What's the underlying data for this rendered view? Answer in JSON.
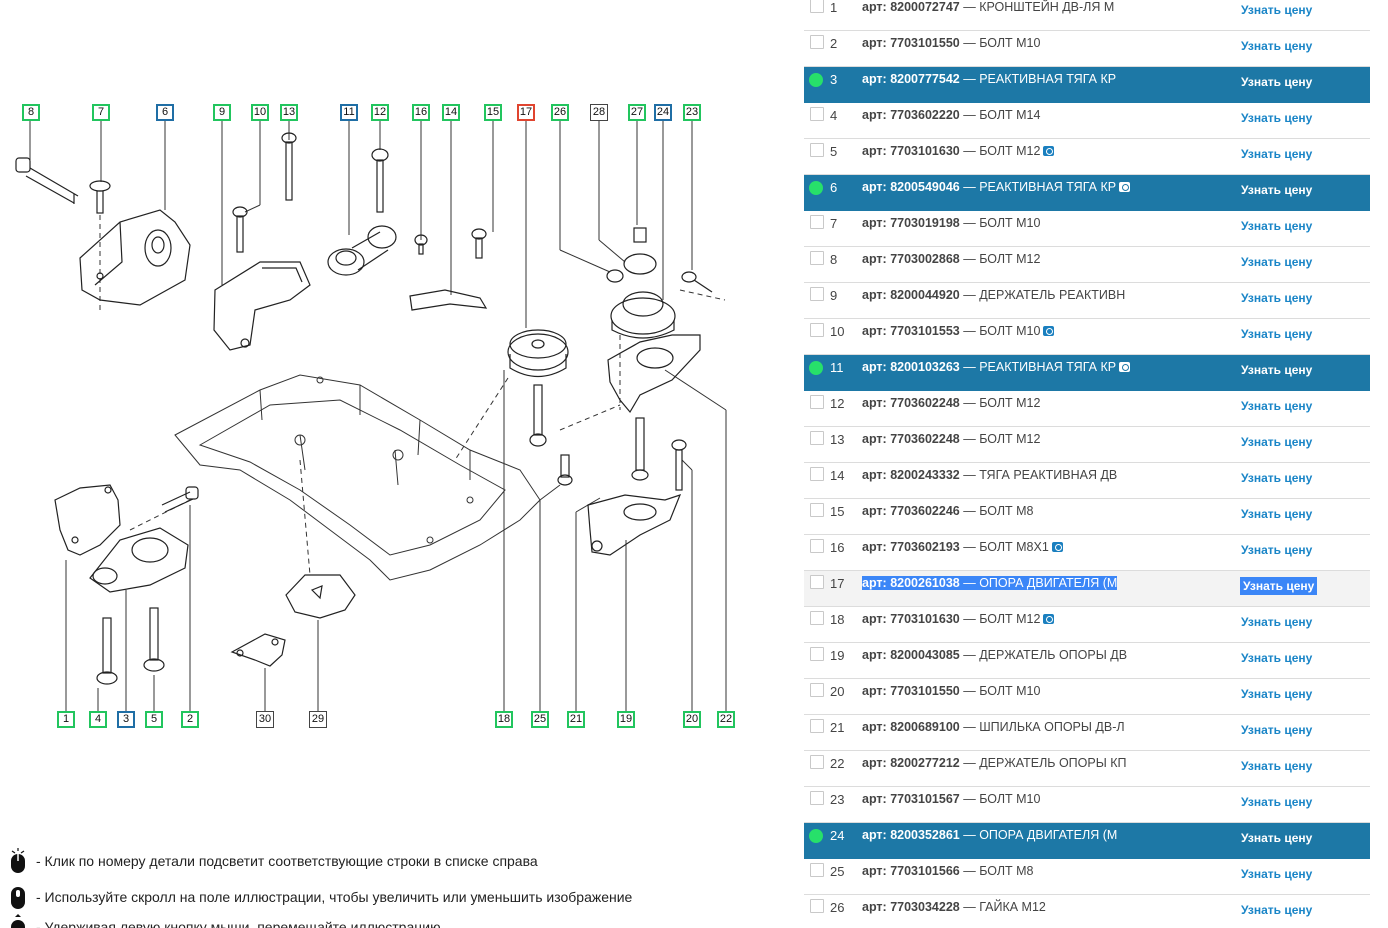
{
  "diagram": {
    "callouts": [
      {
        "n": "8",
        "style": "green"
      },
      {
        "n": "7",
        "style": "green"
      },
      {
        "n": "6",
        "style": "blue"
      },
      {
        "n": "9",
        "style": "green"
      },
      {
        "n": "10",
        "style": "green"
      },
      {
        "n": "13",
        "style": "green"
      },
      {
        "n": "11",
        "style": "blue"
      },
      {
        "n": "12",
        "style": "green"
      },
      {
        "n": "16",
        "style": "green"
      },
      {
        "n": "14",
        "style": "green"
      },
      {
        "n": "15",
        "style": "green"
      },
      {
        "n": "17",
        "style": "red"
      },
      {
        "n": "26",
        "style": "green"
      },
      {
        "n": "28",
        "style": "gray"
      },
      {
        "n": "27",
        "style": "green"
      },
      {
        "n": "24",
        "style": "blue"
      },
      {
        "n": "23",
        "style": "green"
      },
      {
        "n": "1",
        "style": "green"
      },
      {
        "n": "4",
        "style": "green"
      },
      {
        "n": "3",
        "style": "blue"
      },
      {
        "n": "5",
        "style": "green"
      },
      {
        "n": "2",
        "style": "green"
      },
      {
        "n": "30",
        "style": "gray"
      },
      {
        "n": "29",
        "style": "gray"
      },
      {
        "n": "18",
        "style": "green"
      },
      {
        "n": "25",
        "style": "green"
      },
      {
        "n": "21",
        "style": "green"
      },
      {
        "n": "19",
        "style": "green"
      },
      {
        "n": "20",
        "style": "green"
      },
      {
        "n": "22",
        "style": "green"
      }
    ]
  },
  "hints": {
    "click": "- Клик по номеру детали подсветит соответствующие строки в списке справа",
    "scroll": "- Используйте скролл на поле иллюстрации, чтобы увеличить или уменьшить изображение",
    "drag": "- Удерживая левую кнопку мыши, перемещайте иллюстрацию"
  },
  "parts": {
    "art_prefix": "арт:",
    "price_label": "Узнать цену",
    "colors": {
      "highlight": "#1d78a6",
      "link": "#1a85c7",
      "dot": "#27e06a",
      "selection": "#3b86f7"
    },
    "rows": [
      {
        "num": "1",
        "art": "8200072747",
        "name": "— КРОНШТЕЙН ДВ-ЛЯ М",
        "info": false,
        "state": "normal"
      },
      {
        "num": "2",
        "art": "7703101550",
        "name": "— БОЛТ М10",
        "info": false,
        "state": "normal"
      },
      {
        "num": "3",
        "art": "8200777542",
        "name": "— РЕАКТИВНАЯ ТЯГА КР",
        "info": false,
        "state": "highlight"
      },
      {
        "num": "4",
        "art": "7703602220",
        "name": "— БОЛТ М14",
        "info": false,
        "state": "normal"
      },
      {
        "num": "5",
        "art": "7703101630",
        "name": "— БОЛТ М12",
        "info": true,
        "state": "normal"
      },
      {
        "num": "6",
        "art": "8200549046",
        "name": "— РЕАКТИВНАЯ ТЯГА КР",
        "info": true,
        "state": "highlight"
      },
      {
        "num": "7",
        "art": "7703019198",
        "name": "— БОЛТ М10",
        "info": false,
        "state": "normal"
      },
      {
        "num": "8",
        "art": "7703002868",
        "name": "— БОЛТ М12",
        "info": false,
        "state": "normal"
      },
      {
        "num": "9",
        "art": "8200044920",
        "name": "— ДЕРЖАТЕЛЬ РЕАКТИВН",
        "info": false,
        "state": "normal"
      },
      {
        "num": "10",
        "art": "7703101553",
        "name": "— БОЛТ М10",
        "info": true,
        "state": "normal"
      },
      {
        "num": "11",
        "art": "8200103263",
        "name": "— РЕАКТИВНАЯ ТЯГА КР",
        "info": true,
        "state": "highlight"
      },
      {
        "num": "12",
        "art": "7703602248",
        "name": "— БОЛТ М12",
        "info": false,
        "state": "normal"
      },
      {
        "num": "13",
        "art": "7703602248",
        "name": "— БОЛТ М12",
        "info": false,
        "state": "normal"
      },
      {
        "num": "14",
        "art": "8200243332",
        "name": "— ТЯГА РЕАКТИВНАЯ ДВ",
        "info": false,
        "state": "normal"
      },
      {
        "num": "15",
        "art": "7703602246",
        "name": "— БОЛТ М8",
        "info": false,
        "state": "normal"
      },
      {
        "num": "16",
        "art": "7703602193",
        "name": "— БОЛТ М8Х1",
        "info": true,
        "state": "normal"
      },
      {
        "num": "17",
        "art": "8200261038",
        "name": "— ОПОРА ДВИГАТЕЛЯ (М",
        "info": false,
        "state": "selected"
      },
      {
        "num": "18",
        "art": "7703101630",
        "name": "— БОЛТ М12",
        "info": true,
        "state": "normal"
      },
      {
        "num": "19",
        "art": "8200043085",
        "name": "— ДЕРЖАТЕЛЬ ОПОРЫ ДВ",
        "info": false,
        "state": "normal"
      },
      {
        "num": "20",
        "art": "7703101550",
        "name": "— БОЛТ М10",
        "info": false,
        "state": "normal"
      },
      {
        "num": "21",
        "art": "8200689100",
        "name": "— ШПИЛЬКА ОПОРЫ ДВ-Л",
        "info": false,
        "state": "normal"
      },
      {
        "num": "22",
        "art": "8200277212",
        "name": "— ДЕРЖАТЕЛЬ ОПОРЫ КП",
        "info": false,
        "state": "normal"
      },
      {
        "num": "23",
        "art": "7703101567",
        "name": "— БОЛТ М10",
        "info": false,
        "state": "normal"
      },
      {
        "num": "24",
        "art": "8200352861",
        "name": "— ОПОРА ДВИГАТЕЛЯ (М",
        "info": false,
        "state": "highlight"
      },
      {
        "num": "25",
        "art": "7703101566",
        "name": "— БОЛТ М8",
        "info": false,
        "state": "normal"
      },
      {
        "num": "26",
        "art": "7703034228",
        "name": "— ГАЙКА М12",
        "info": false,
        "state": "normal"
      }
    ]
  }
}
